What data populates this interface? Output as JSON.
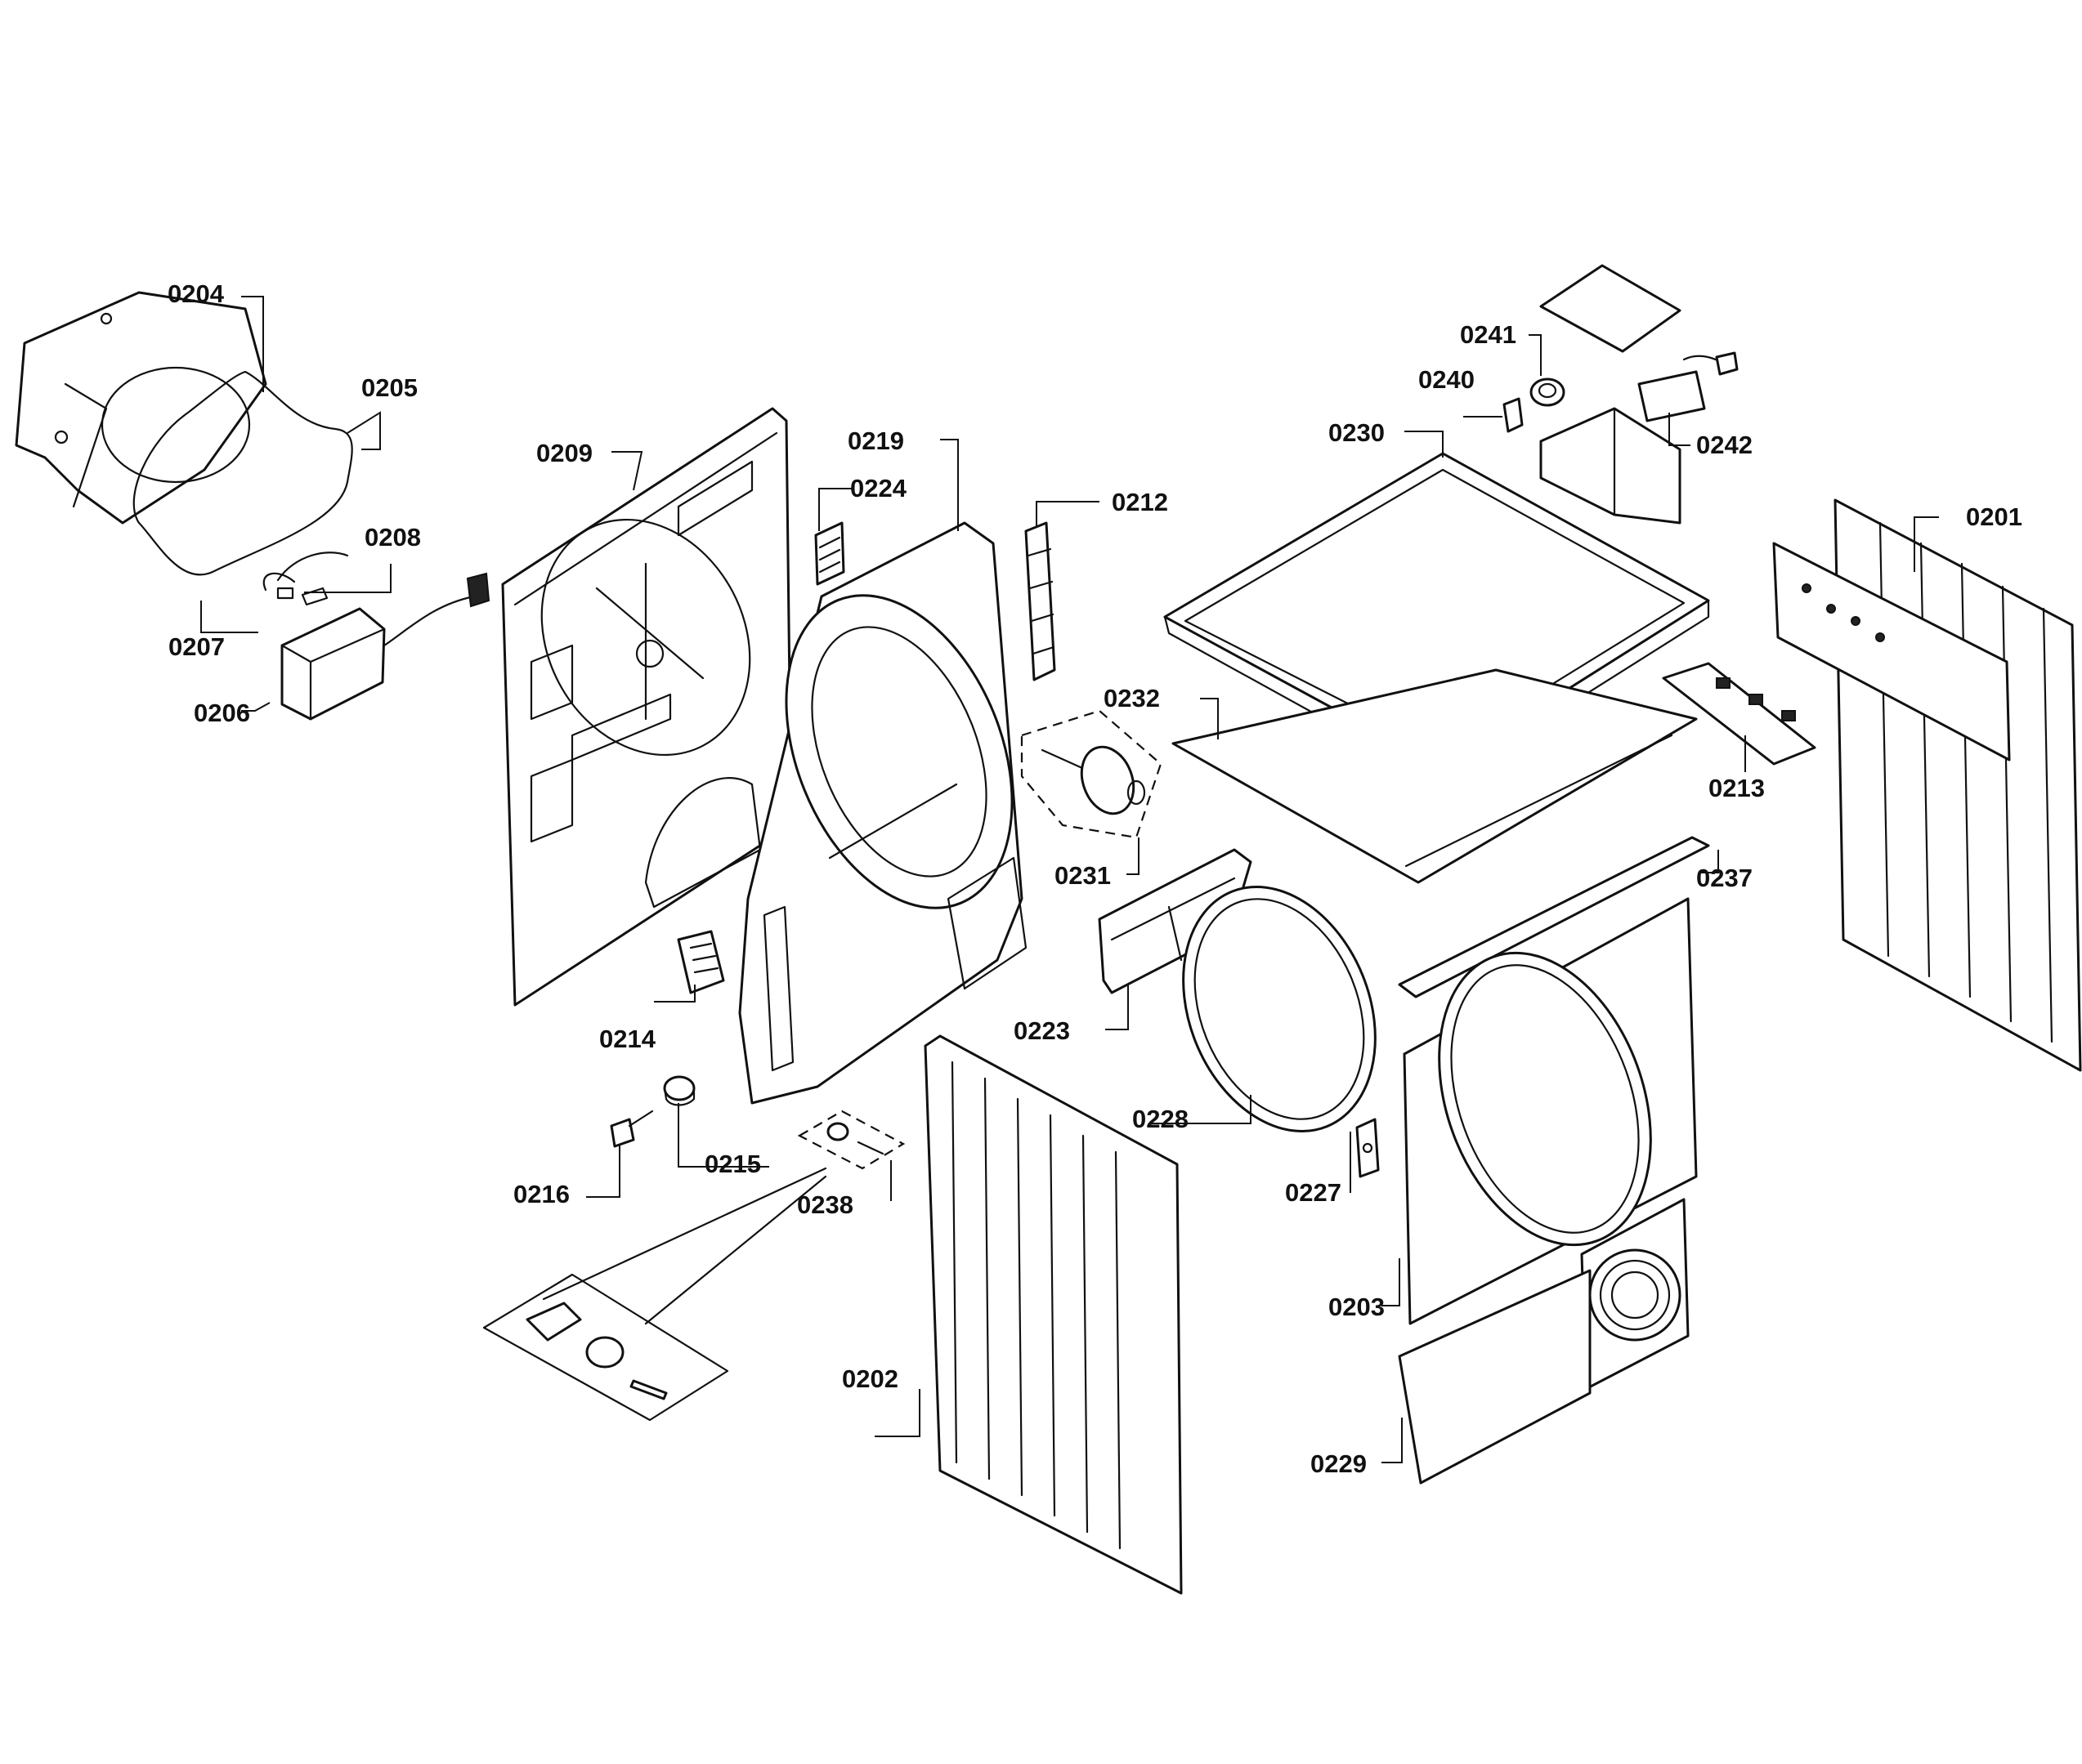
{
  "callouts": {
    "c0201": "0201",
    "c0202": "0202",
    "c0203": "0203",
    "c0204": "0204",
    "c0205": "0205",
    "c0206": "0206",
    "c0207": "0207",
    "c0208": "0208",
    "c0209": "0209",
    "c0212": "0212",
    "c0213": "0213",
    "c0214": "0214",
    "c0215": "0215",
    "c0216": "0216",
    "c0219": "0219",
    "c0223": "0223",
    "c0224": "0224",
    "c0227": "0227",
    "c0228": "0228",
    "c0229": "0229",
    "c0230": "0230",
    "c0231": "0231",
    "c0232": "0232",
    "c0237": "0237",
    "c0238": "0238",
    "c0240": "0240",
    "c0241": "0241",
    "c0242": "0242"
  }
}
